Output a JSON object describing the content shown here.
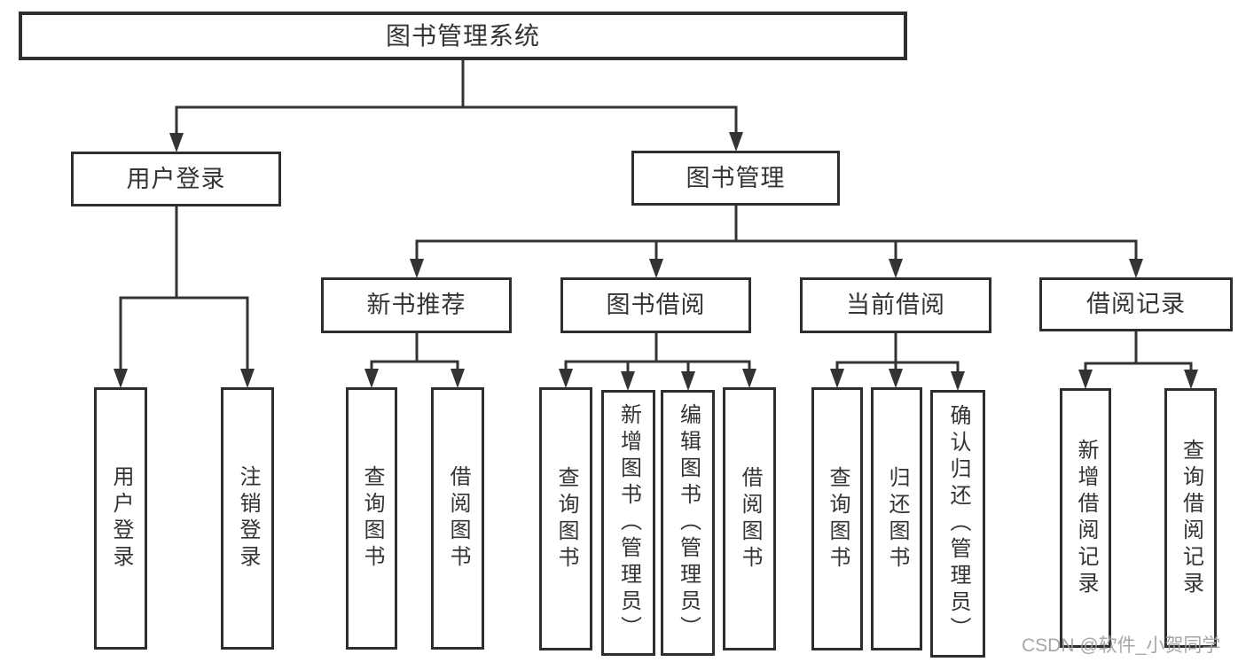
{
  "diagram_type": "hierarchy-tree",
  "colors": {
    "line": "#333333",
    "box_border": "#2e2e2e",
    "text": "#333333",
    "watermark": "#9e9e9e",
    "background": "#ffffff"
  },
  "watermark": "CSDN @软件_小贺同学",
  "tree": {
    "root": {
      "label": "图书管理系统",
      "children": [
        {
          "label": "用户登录",
          "children": [
            {
              "label": "用户登录"
            },
            {
              "label": "注销登录"
            }
          ]
        },
        {
          "label": "图书管理",
          "children": [
            {
              "label": "新书推荐",
              "children": [
                {
                  "label": "查询图书"
                },
                {
                  "label": "借阅图书"
                }
              ]
            },
            {
              "label": "图书借阅",
              "children": [
                {
                  "label": "查询图书"
                },
                {
                  "label": "新增图书（管理员）"
                },
                {
                  "label": "编辑图书（管理员）"
                },
                {
                  "label": "借阅图书"
                }
              ]
            },
            {
              "label": "当前借阅",
              "children": [
                {
                  "label": "查询图书"
                },
                {
                  "label": "归还图书"
                },
                {
                  "label": "确认归还（管理员）"
                }
              ]
            },
            {
              "label": "借阅记录",
              "children": [
                {
                  "label": "新增借阅记录"
                },
                {
                  "label": "查询借阅记录"
                }
              ]
            }
          ]
        }
      ]
    }
  }
}
